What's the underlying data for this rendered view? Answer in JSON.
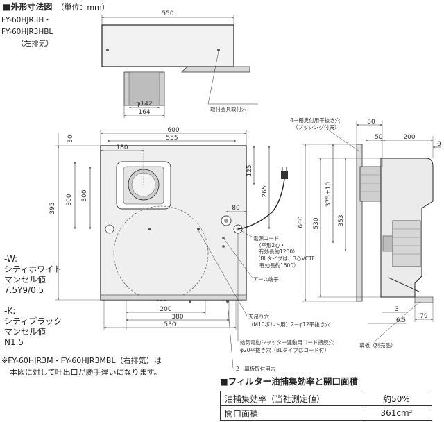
{
  "heading": {
    "title": "■外形寸法図",
    "unit": "（単位：mm）"
  },
  "top_view": {
    "models": [
      "FY-60HJR3H・",
      "FY-60HJR3HBL",
      "（左排気）"
    ],
    "dims": {
      "width": "550",
      "duct_outer": "164",
      "duct_inner": "φ142"
    },
    "label_bracket_hole": "取付金具取付穴"
  },
  "front_view": {
    "dims": {
      "w600": "600",
      "w555": "555",
      "d180": "180",
      "h30": "30",
      "h395": "395",
      "h300a": "300",
      "h300b": "300",
      "d125": "125",
      "d265": "265",
      "d80": "80",
      "d200": "200",
      "d380": "380",
      "d530": "530"
    },
    "labels": {
      "power_cord": [
        "電源コード",
        "（平形2心・",
        "有効長約1200）",
        "（BLタイプは、3心VCTF",
        "有効長約1500）"
      ],
      "earth": "アース端子",
      "hang_holes": [
        "天吊り穴",
        "（M10ボルト用）2－φ12平抜き穴"
      ],
      "shutter": [
        "給気電動シャッター連動用コード接続穴",
        "φ20平抜き穴（BLタイプはコード付）"
      ],
      "board_holes": "2－幕板取付用穴"
    }
  },
  "side_view": {
    "dims": {
      "d80": "80",
      "d50": "50",
      "d200": "200",
      "d9": "9",
      "h600": "600",
      "h530": "530",
      "h375": "375±10",
      "h353": "353",
      "d3": "3",
      "d6_5": "6.5",
      "d79": "79"
    },
    "labels": {
      "cabinet_holes": [
        "4－棚奥付用平抜き穴",
        "（ブッシング付属）"
      ],
      "panel": "幕板（別売品）"
    }
  },
  "colors": {
    "W_title": "-W:",
    "W_lines": [
      "シティホワイト",
      "マンセル値",
      "7.5Y9/0.5"
    ],
    "K_title": "-K:",
    "K_lines": [
      "シティブラック",
      "マンセル値",
      "N1.5"
    ]
  },
  "note_lines": [
    "※FY-60HJR3M・FY-60HJR3MBL（右排気）は",
    "本図に対して吐出口が勝手違いになります。"
  ],
  "filter": {
    "title": "■フィルター油捕集効率と開口面積",
    "rows": [
      {
        "label": "油捕集効率（当社測定値）",
        "value": "約50%"
      },
      {
        "label": "開口面積",
        "value": "361cm²"
      }
    ]
  }
}
